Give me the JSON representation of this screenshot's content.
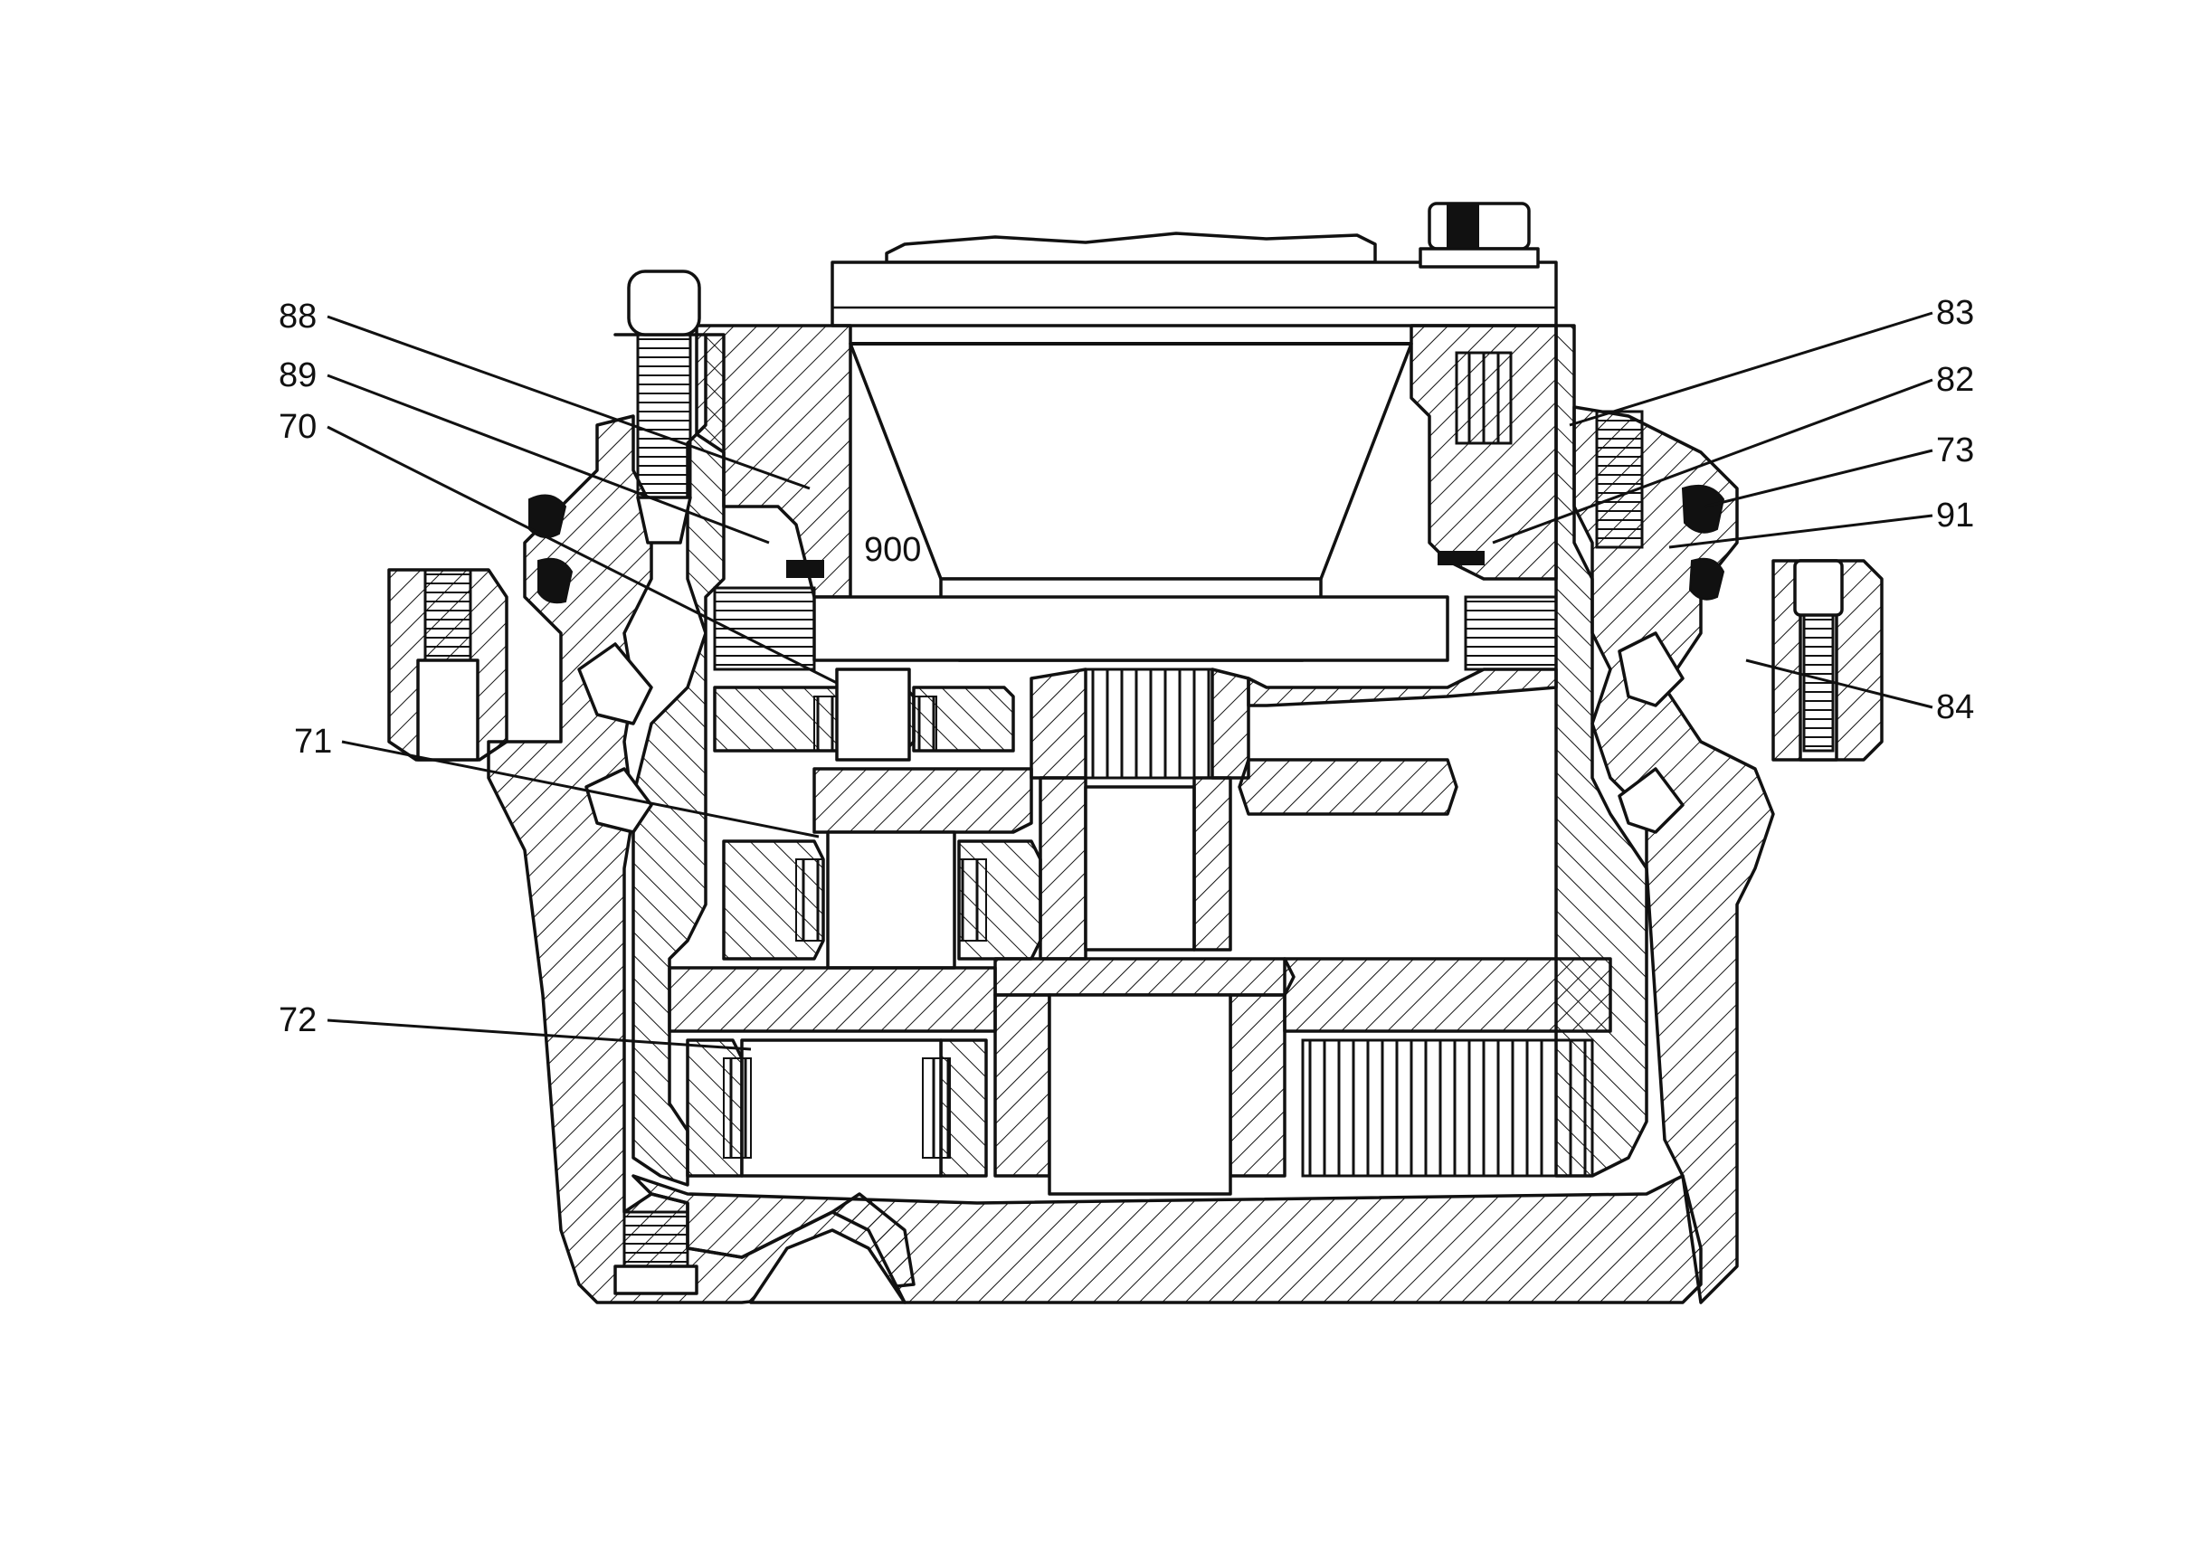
{
  "drawing": {
    "inline_label": "900",
    "callouts_left": [
      {
        "id": "c88",
        "label": "88"
      },
      {
        "id": "c89",
        "label": "89"
      },
      {
        "id": "c70",
        "label": "70"
      },
      {
        "id": "c71",
        "label": "71"
      },
      {
        "id": "c72",
        "label": "72"
      }
    ],
    "callouts_right": [
      {
        "id": "c83",
        "label": "83"
      },
      {
        "id": "c82",
        "label": "82"
      },
      {
        "id": "c73",
        "label": "73"
      },
      {
        "id": "c91",
        "label": "91"
      },
      {
        "id": "c84",
        "label": "84"
      }
    ]
  }
}
